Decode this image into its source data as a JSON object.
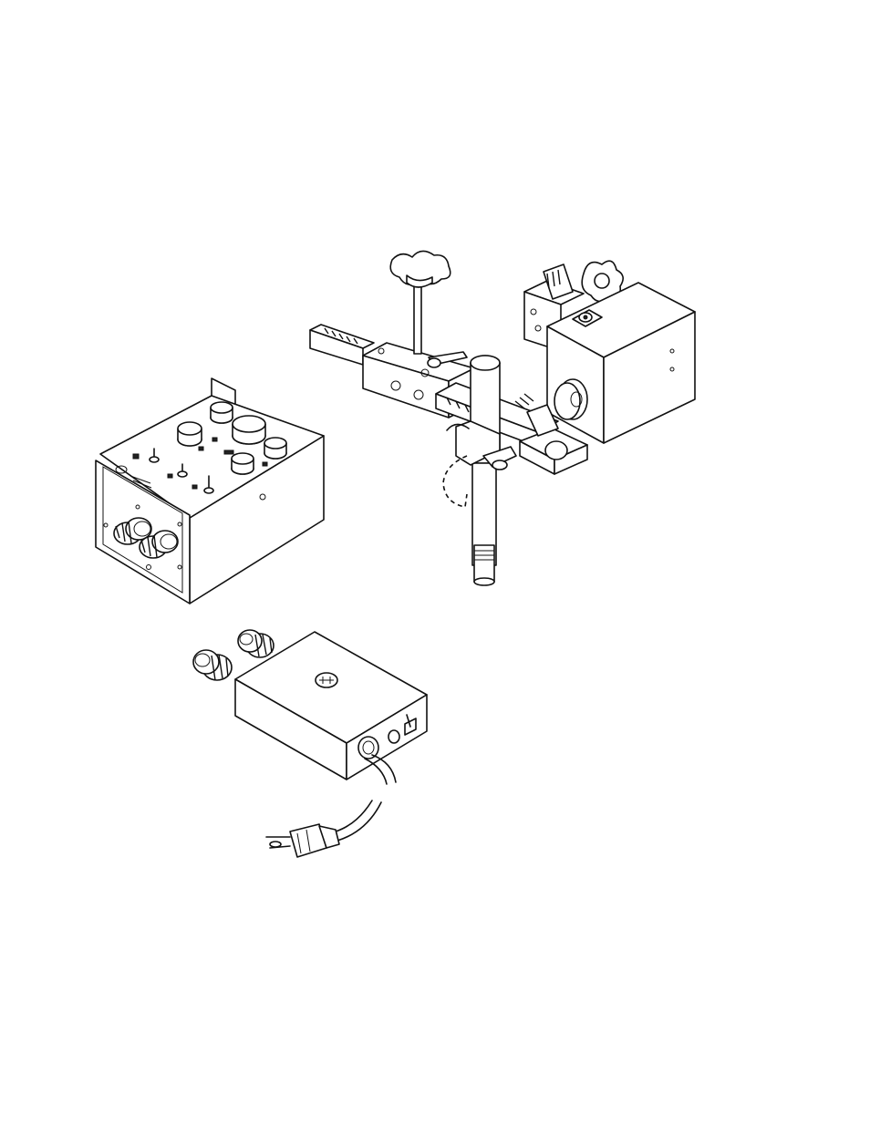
{
  "diagram": {
    "components": [
      {
        "id": "weld-controller",
        "kind": "control box with knobs, toggle switches and connectors"
      },
      {
        "id": "torch-manipulator",
        "kind": "oscillator head, rack arms and torch clamp"
      },
      {
        "id": "power-supply-box",
        "kind": "small enclosure with two connectors, switch and power cord"
      },
      {
        "id": "power-cord-plug",
        "kind": "three-prong plug"
      }
    ],
    "icons": [
      "knob-icon",
      "toggle-switch-icon",
      "connector-icon",
      "star-knob-icon",
      "rotation-arrow-icon",
      "plug-icon"
    ],
    "colors": {
      "line": "#111111",
      "background": "#ffffff"
    }
  }
}
